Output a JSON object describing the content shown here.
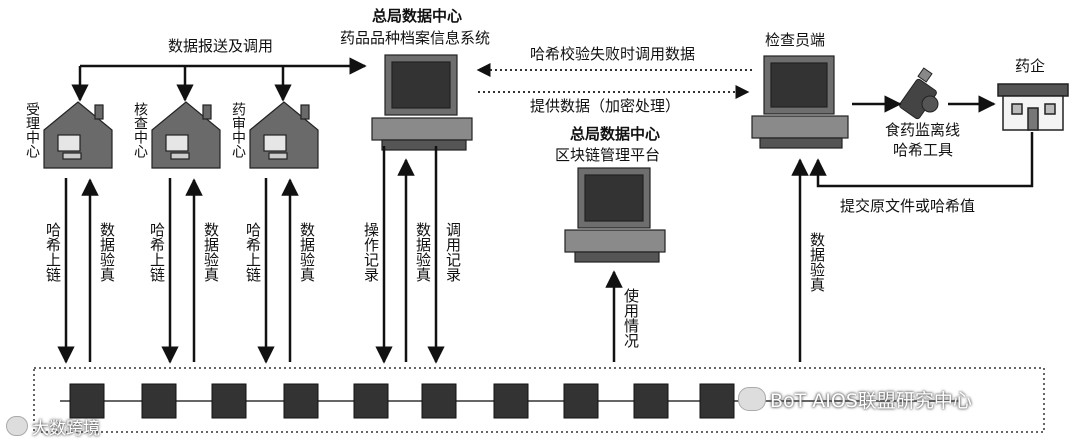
{
  "center": {
    "title": "总局数据中心",
    "subtitle": "药品品种档案信息系统"
  },
  "blockchain_platform": {
    "title": "总局数据中心",
    "subtitle": "区块链管理平台"
  },
  "inspector": {
    "label": "检查员端"
  },
  "enterprise": {
    "label": "药企"
  },
  "offline_tool": {
    "line1": "食药监离线",
    "line2": "哈希工具"
  },
  "houses": [
    {
      "label": "受理中心"
    },
    {
      "label": "核查中心"
    },
    {
      "label": "药审中心"
    }
  ],
  "top_arrows": {
    "report_call": "数据报送及调用",
    "hash_fail": "哈希校验失败时调用数据",
    "provide_data": "提供数据（加密处理）"
  },
  "submit_label": "提交原文件或哈希值",
  "vertical_labels": {
    "hash_chain": "哈希上链",
    "data_verify": "数据验真",
    "op_record": "操作记录",
    "call_record": "调用记录",
    "usage": "使用情况"
  },
  "watermarks": {
    "left": "大数跨境",
    "right": "BoT AIOS联盟研究中心"
  }
}
